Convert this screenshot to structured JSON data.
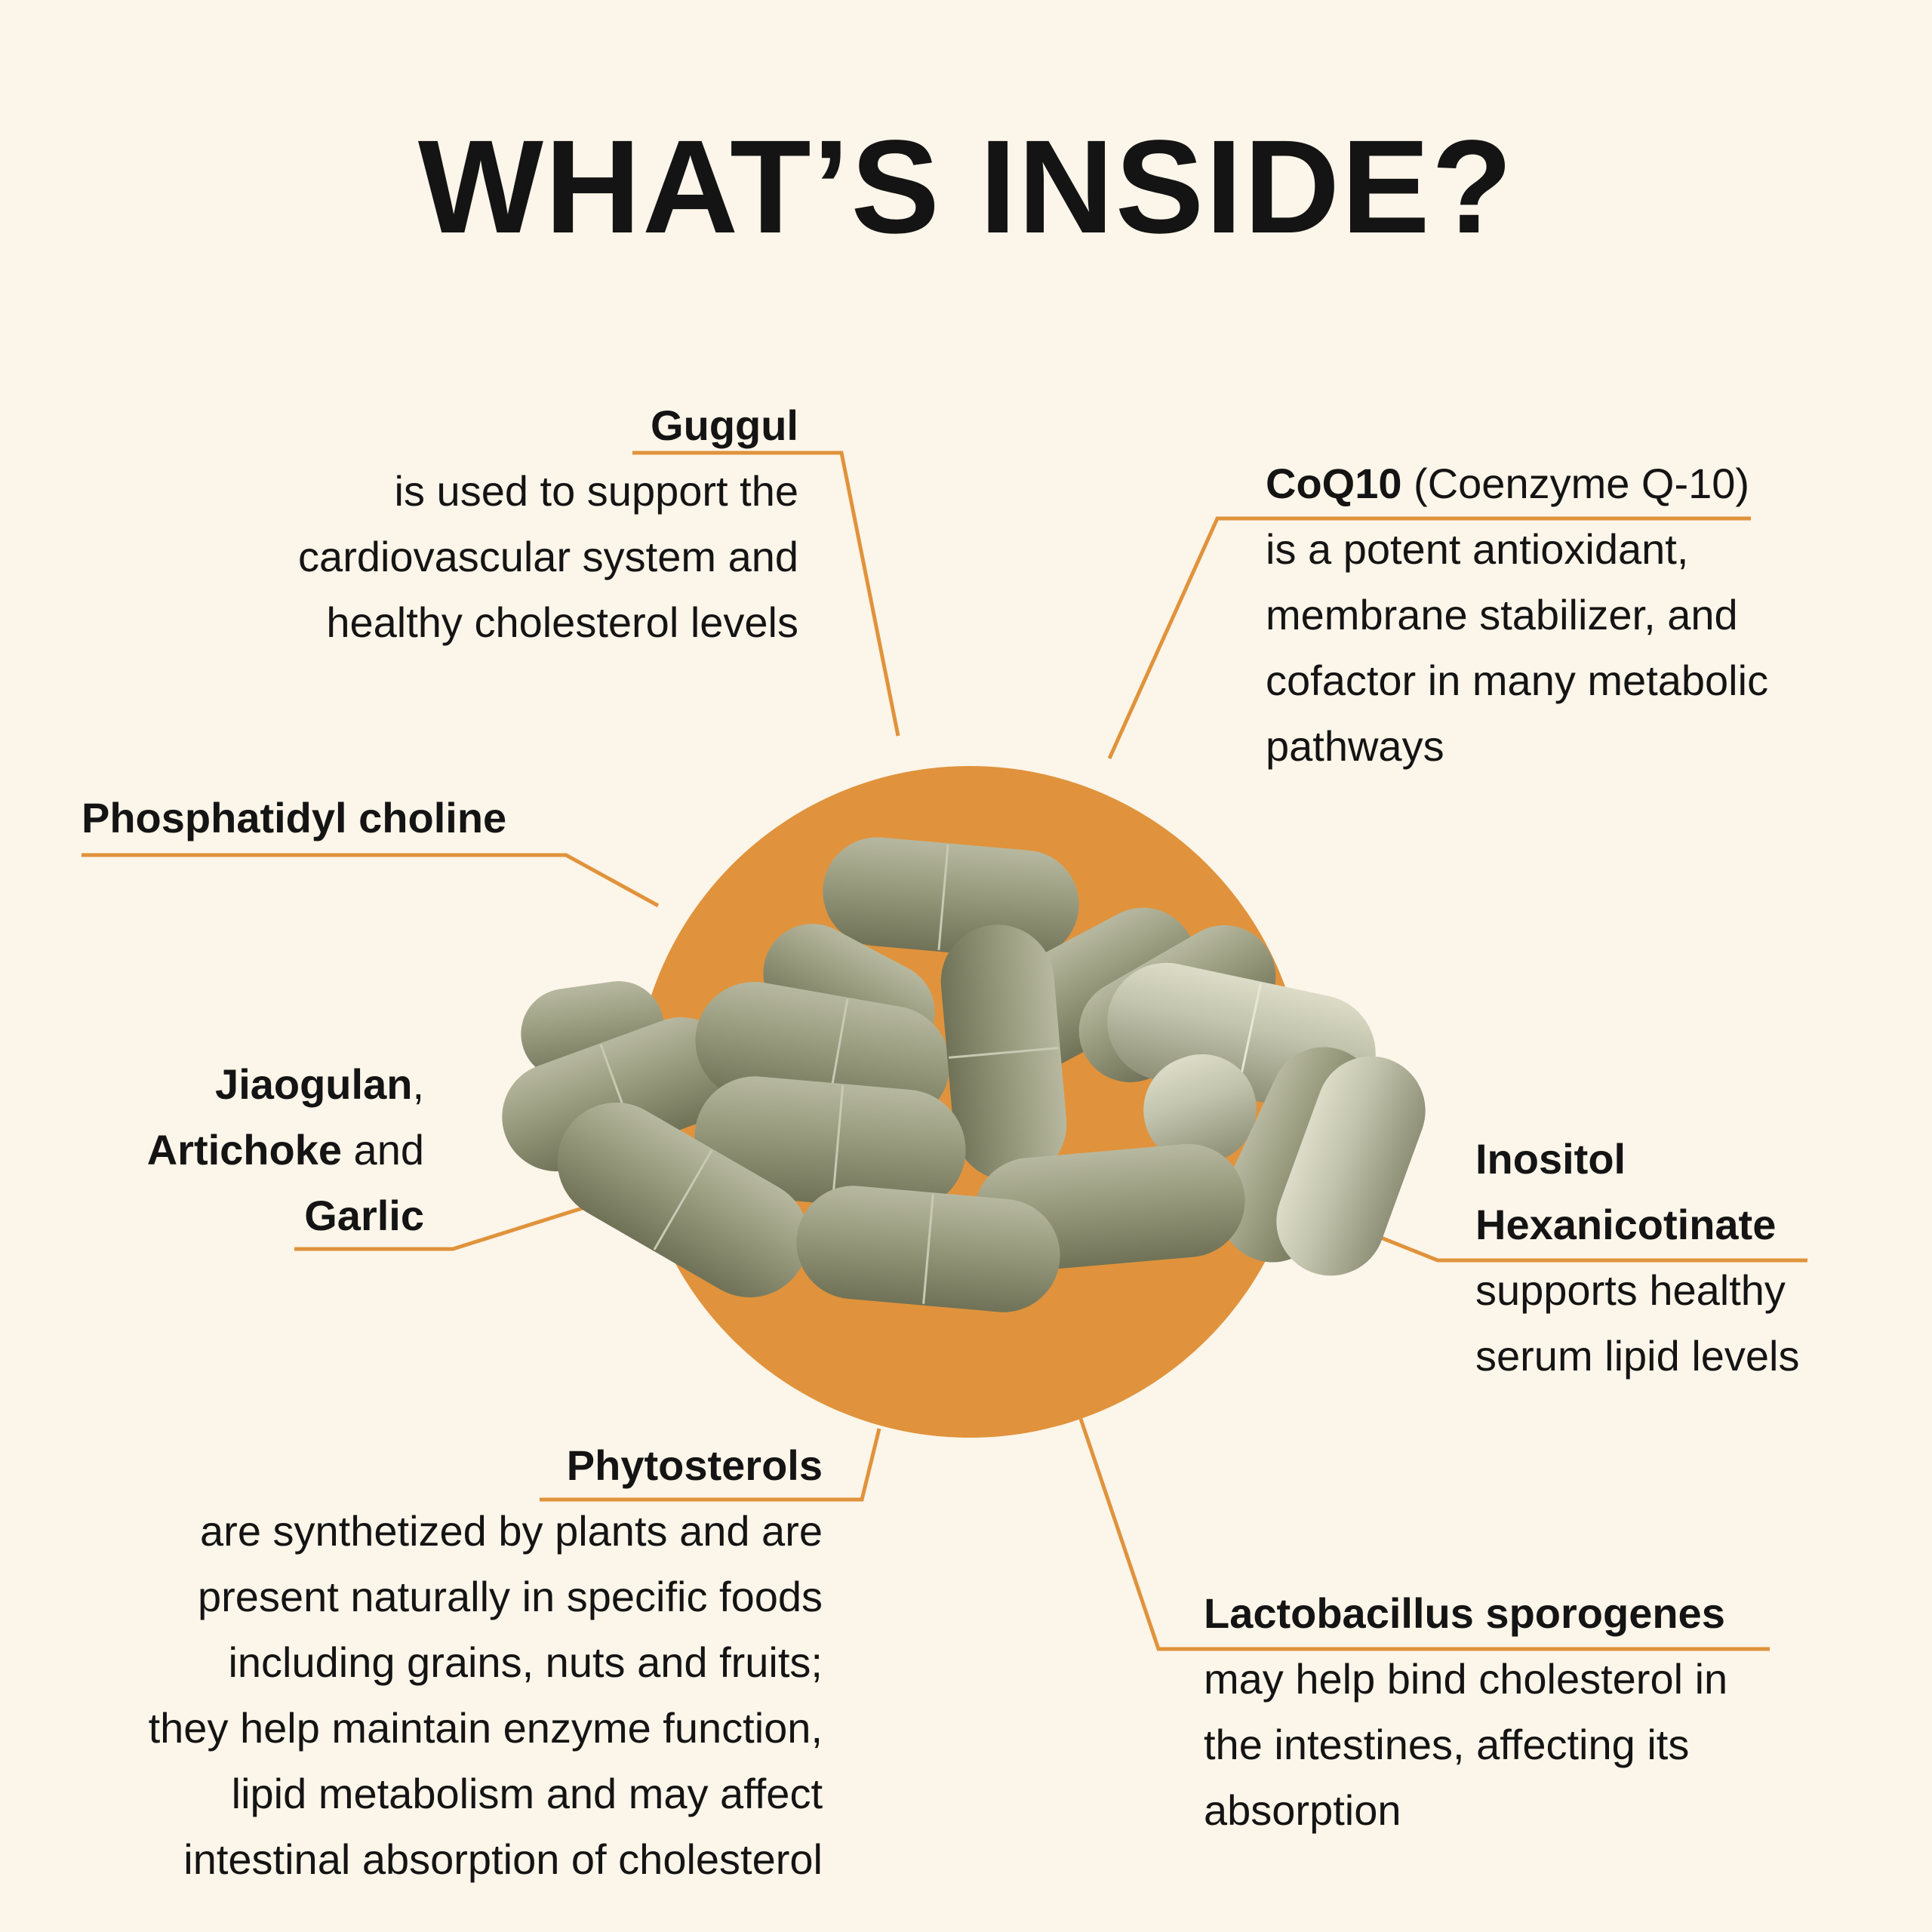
{
  "title": "WHAT’S INSIDE?",
  "colors": {
    "background": "#fcf5e9",
    "accent": "#e0933c",
    "capsule": "#8d8f74",
    "text": "#141414"
  },
  "ingredients": {
    "guggul": {
      "name": "Guggul",
      "lines": [
        "is used to support the",
        "cardiovascular system and",
        "healthy cholesterol levels"
      ]
    },
    "coq10": {
      "name": "CoQ10",
      "name_suffix": " (Coenzyme Q-10)",
      "lines": [
        "is a potent antioxidant,",
        "membrane stabilizer, and",
        "cofactor in many metabolic",
        "pathways"
      ]
    },
    "phosphatidyl": {
      "name": "Phosphatidyl choline"
    },
    "jiaogulan": {
      "name1": "Jiaogulan",
      "sep1": ",",
      "name2": "Artichoke",
      "sep2": " and",
      "name3": "Garlic"
    },
    "inositol": {
      "name_line1": "Inositol",
      "name_line2": "Hexanicotinate",
      "lines": [
        "supports healthy",
        "serum lipid levels"
      ]
    },
    "phytosterols": {
      "name": "Phytosterols",
      "lines": [
        "are synthetized by plants and are",
        "present naturally in specific foods",
        "including grains, nuts and fruits;",
        "they help maintain enzyme function,",
        "lipid metabolism and may affect",
        "intestinal absorption of cholesterol"
      ]
    },
    "lactobacillus": {
      "name": "Lactobacillus sporogenes",
      "lines": [
        "may help bind cholesterol in",
        "the intestines, affecting its",
        "absorption"
      ]
    }
  }
}
